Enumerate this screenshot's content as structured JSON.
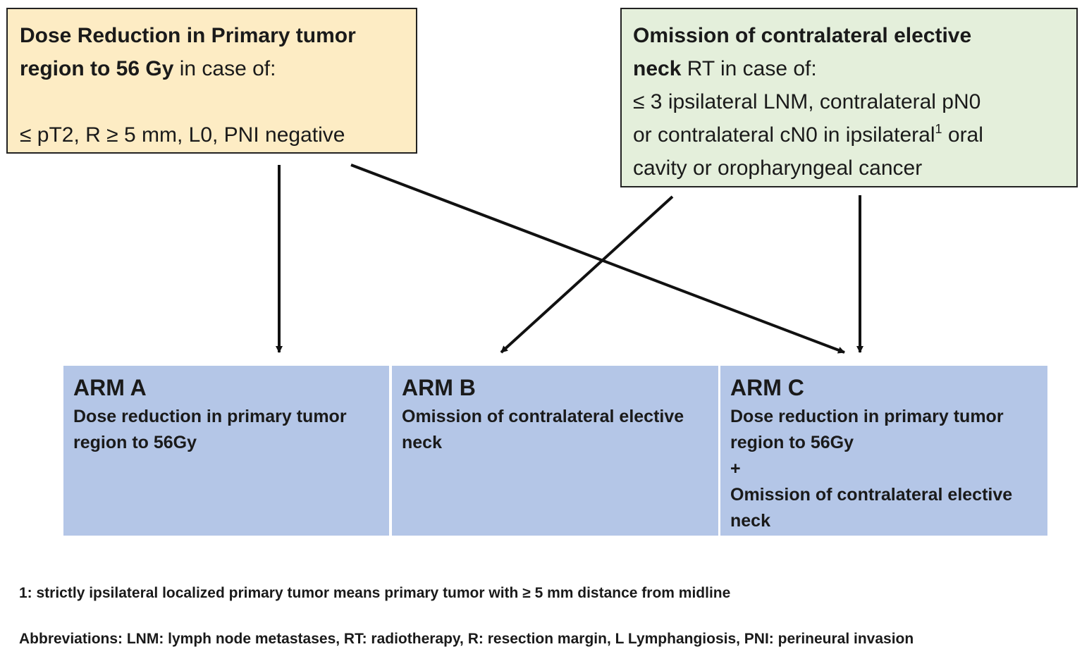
{
  "dose_box": {
    "title_bold_1": "Dose Reduction in Primary tumor",
    "title_bold_2": "region to 56 Gy",
    "title_rest": " in case of:",
    "criteria": "≤ pT2, R ≥ 5 mm, L0, PNI negative",
    "fill_color": "#fdecc4"
  },
  "omit_box": {
    "title_bold_1": "Omission of contralateral elective",
    "title_bold_2": "neck",
    "title_rest": " RT in case of:",
    "criteria_1": "≤ 3 ipsilateral LNM, contralateral pN0",
    "criteria_2a": "or contralateral cN0 in ipsilateral",
    "criteria_2_sup": "1",
    "criteria_2b": " oral",
    "criteria_3": "cavity or oropharyngeal cancer",
    "fill_color": "#e4efdb"
  },
  "arms": {
    "fill_color": "#b4c6e7",
    "a": {
      "title": "ARM A",
      "line_1": "Dose reduction in primary tumor",
      "line_2": "region to 56Gy"
    },
    "b": {
      "title": "ARM B",
      "line_1": "Omission of contralateral elective",
      "line_2": "neck"
    },
    "c": {
      "title": "ARM C",
      "line_1": "Dose reduction in primary tumor",
      "line_2": "region to 56Gy",
      "line_3": "+",
      "line_4": "Omission of contralateral elective",
      "line_5": "neck"
    }
  },
  "footnotes": {
    "note_1": "1: strictly ipsilateral localized primary tumor means primary tumor with ≥ 5 mm distance from midline",
    "abbreviations": "Abbreviations: LNM: lymph node metastases, RT: radiotherapy, R: resection margin, L Lymphangiosis, PNI: perineural invasion"
  }
}
